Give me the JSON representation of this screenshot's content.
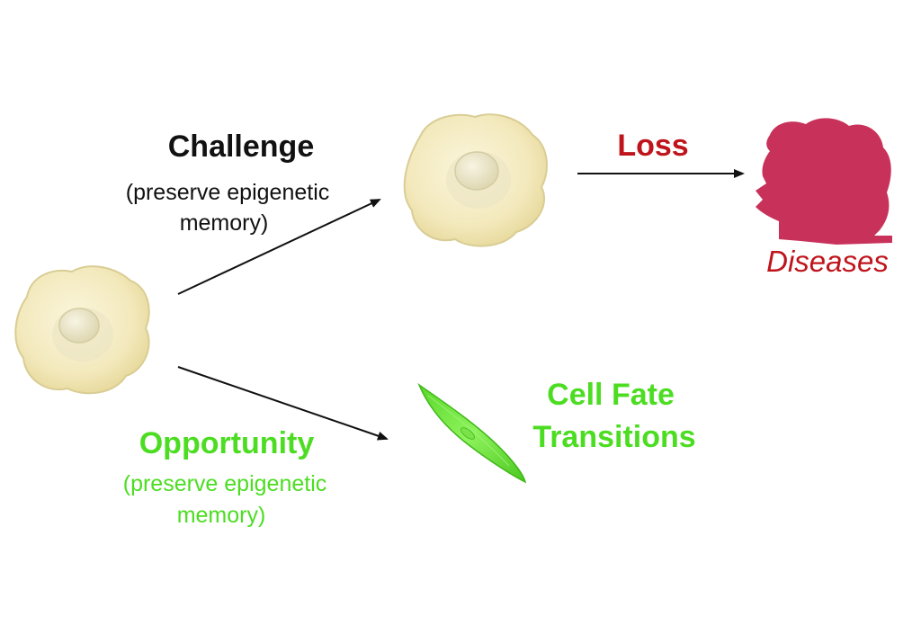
{
  "challenge": {
    "title": "Challenge",
    "line1": "(preserve epigenetic",
    "line2": "memory)"
  },
  "loss": {
    "title": "Loss"
  },
  "diseases": {
    "label": "Diseases"
  },
  "opportunity": {
    "title": "Opportunity",
    "line1": "(preserve epigenetic",
    "line2": "memory)"
  },
  "cell_fate": {
    "line1": "Cell Fate",
    "line2": "Transitions"
  },
  "colors": {
    "challenge_text": "#111111",
    "loss_text": "#c0141c",
    "diseases_fill": "#c8325a",
    "diseases_text": "#c0141c",
    "opportunity_text": "#4cdd22",
    "cell_fate_text": "#4cdd22",
    "cell_fill": "#f4ecc4",
    "cell_outline": "#d8cc92",
    "nucleus_fill": "#e8e2c0",
    "differentiated_cell_fill": "#6fe83a",
    "arrow": "#111111"
  },
  "icons": {
    "source_cell": "stem-cell-icon",
    "preserved_cell": "cell-icon",
    "diseased_head": "head-silhouette-icon",
    "differentiated_cell": "spindle-cell-icon"
  }
}
